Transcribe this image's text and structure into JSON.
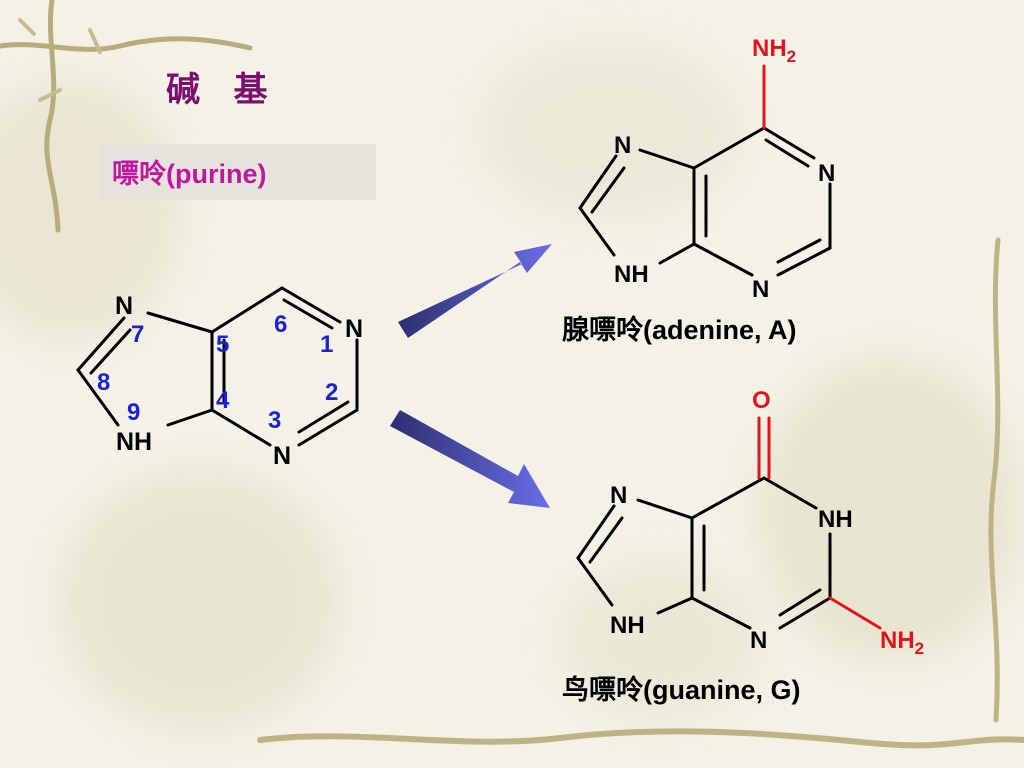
{
  "title": "碱 基",
  "purine": {
    "label": "嘌呤(purine)",
    "atoms": {
      "n1": "N",
      "n3": "N",
      "n7": "N",
      "nh9": "NH"
    },
    "numbers": [
      "1",
      "2",
      "3",
      "4",
      "5",
      "6",
      "7",
      "8",
      "9"
    ]
  },
  "adenine": {
    "caption": "腺嘌呤(adenine, A)",
    "atoms": {
      "nh2": "NH",
      "sub": "2",
      "n7": "N",
      "n1": "N",
      "nh9": "NH",
      "n3": "N"
    }
  },
  "guanine": {
    "caption": "鸟嘌呤(guanine, G)",
    "atoms": {
      "o": "O",
      "n7": "N",
      "nh1": "NH",
      "nh9": "NH",
      "n3": "N",
      "nh2": "NH",
      "sub": "2"
    }
  },
  "colors": {
    "title": "#7a0f6e",
    "purine_label": "#c0179e",
    "atom_number": "#1a22d6",
    "substituent": "#e3141c",
    "bond": "#000000",
    "arrow": "#4a4ec8"
  }
}
